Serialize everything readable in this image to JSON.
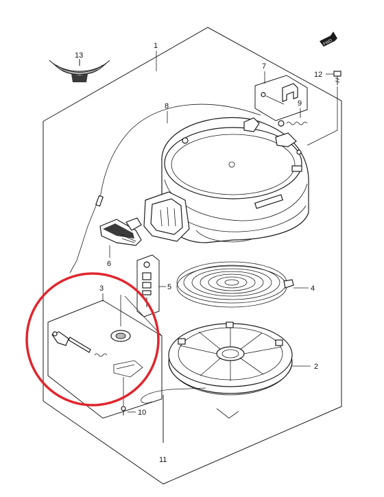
{
  "callouts": {
    "c1": "1",
    "c2": "2",
    "c3": "3",
    "c4": "4",
    "c5": "5",
    "c6": "6",
    "c7": "7",
    "c8": "8",
    "c9": "9",
    "c10": "10",
    "c11": "11",
    "c12": "12",
    "c13": "13"
  },
  "fwd_label": "FWD",
  "colors": {
    "line": "#1a1a1a",
    "highlight": "#e0262e",
    "background": "#ffffff"
  }
}
